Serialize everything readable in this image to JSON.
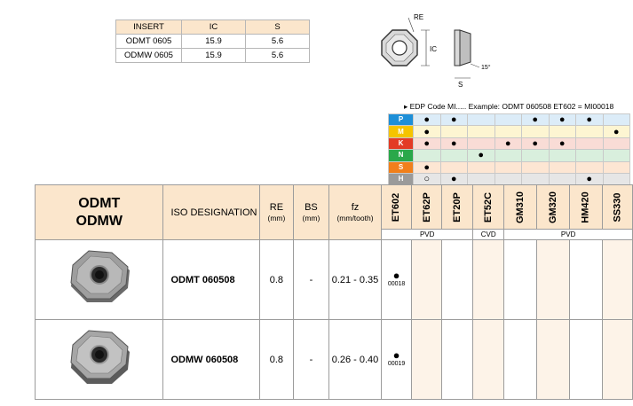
{
  "dim_table": {
    "headers": [
      "INSERT",
      "IC",
      "S"
    ],
    "rows": [
      [
        "ODMT 0605",
        "15.9",
        "5.6"
      ],
      [
        "ODMW 0605",
        "15.9",
        "5.6"
      ]
    ]
  },
  "diagram": {
    "re_label": "RE",
    "ic_label": "IC",
    "angle_label": "15°",
    "s_label": "S"
  },
  "edp_note": "▸ EDP Code MI.....  Example: ODMT 060508 ET602 = MI00018",
  "materials": [
    {
      "label": "P",
      "color": "#1d8fd8",
      "marks": [
        "●",
        "●",
        "",
        "",
        "●",
        "●",
        "●",
        ""
      ]
    },
    {
      "label": "M",
      "color": "#f5c400",
      "marks": [
        "●",
        "",
        "",
        "",
        "",
        "",
        "",
        "●"
      ]
    },
    {
      "label": "K",
      "color": "#e33b26",
      "marks": [
        "●",
        "●",
        "",
        "●",
        "●",
        "●",
        "",
        ""
      ]
    },
    {
      "label": "N",
      "color": "#2aa84a",
      "marks": [
        "",
        "",
        "●",
        "",
        "",
        "",
        "",
        ""
      ]
    },
    {
      "label": "S",
      "color": "#f07f1b",
      "marks": [
        "●",
        "",
        "",
        "",
        "",
        "",
        "",
        ""
      ]
    },
    {
      "label": "H",
      "color": "#9a9a9a",
      "marks": [
        "○",
        "●",
        "",
        "",
        "",
        "",
        "●",
        ""
      ]
    }
  ],
  "main": {
    "title_line1": "ODMT",
    "title_line2": "ODMW",
    "iso_header": "ISO DESIGNATION",
    "re_header": "RE",
    "re_unit": "(mm)",
    "bs_header": "BS",
    "bs_unit": "(mm)",
    "fz_header": "fz",
    "fz_unit": "(mm/tooth)",
    "grades": [
      "ET602",
      "ET62P",
      "ET20P",
      "ET52C",
      "GM310",
      "GM320",
      "HM420",
      "SS330"
    ],
    "coatings": {
      "first": "PVD",
      "second": "CVD",
      "third": "PVD"
    },
    "rows": [
      {
        "iso": "ODMT 060508",
        "re": "0.8",
        "bs": "-",
        "fz": "0.21 - 0.35",
        "dot": "●",
        "code": "00018"
      },
      {
        "iso": "ODMW 060508",
        "re": "0.8",
        "bs": "-",
        "fz": "0.26 - 0.40",
        "dot": "●",
        "code": "00019"
      }
    ]
  }
}
